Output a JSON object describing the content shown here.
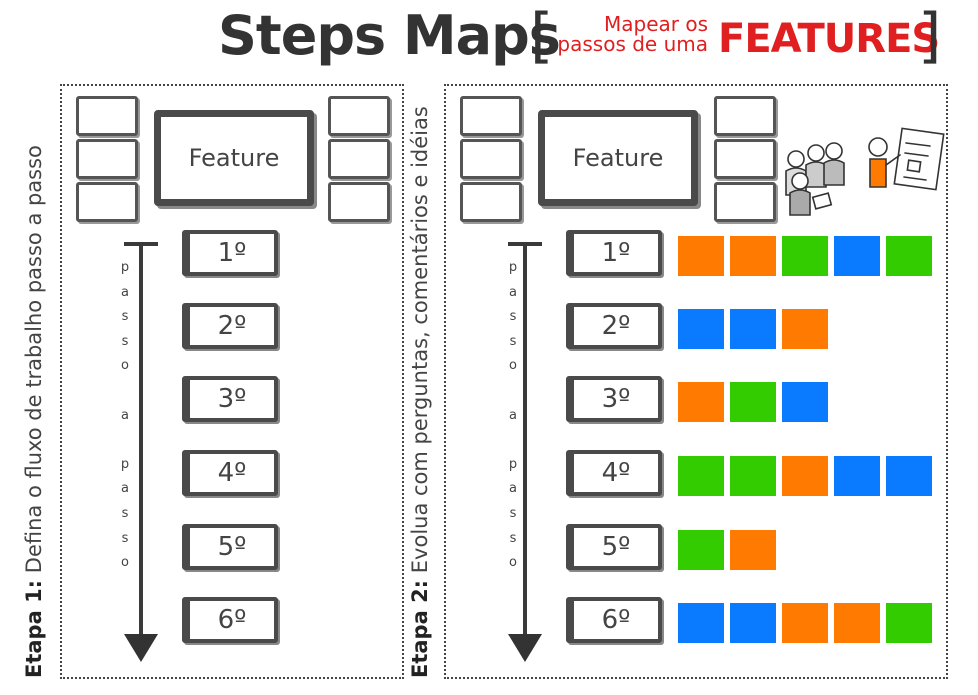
{
  "header": {
    "title": "Steps Maps",
    "bracket_open": "[",
    "bracket_close": "]",
    "subtitle_line1": "Mapear os",
    "subtitle_line2": "passos de uma",
    "subtitle_emphasis": "FEATURES"
  },
  "stage1": {
    "label_prefix": "Etapa 1:",
    "label_text": " Defina o fluxo de trabalho passo a passo",
    "feature_label": "Feature",
    "flow_word": "passo a passo",
    "steps": [
      "1º",
      "2º",
      "3º",
      "4º",
      "5º",
      "6º"
    ]
  },
  "stage2": {
    "label_prefix": "Etapa 2:",
    "label_text": " Evolua com perguntas, comentários e idéias",
    "feature_label": "Feature",
    "flow_word": "passo a passo",
    "steps": [
      "1º",
      "2º",
      "3º",
      "4º",
      "5º",
      "6º"
    ],
    "card_rows": [
      [
        "orange",
        "orange",
        "green",
        "blue",
        "green"
      ],
      [
        "blue",
        "blue",
        "orange"
      ],
      [
        "orange",
        "green",
        "blue"
      ],
      [
        "green",
        "green",
        "orange",
        "blue",
        "blue"
      ],
      [
        "green",
        "orange"
      ],
      [
        "blue",
        "blue",
        "orange",
        "orange",
        "green"
      ]
    ]
  },
  "colors": {
    "orange": "#ff7a00",
    "green": "#33cc00",
    "blue": "#0a7bff",
    "accent_red": "#e02020",
    "ink": "#333333"
  },
  "icons": {
    "people": "people-discussing-icon"
  }
}
